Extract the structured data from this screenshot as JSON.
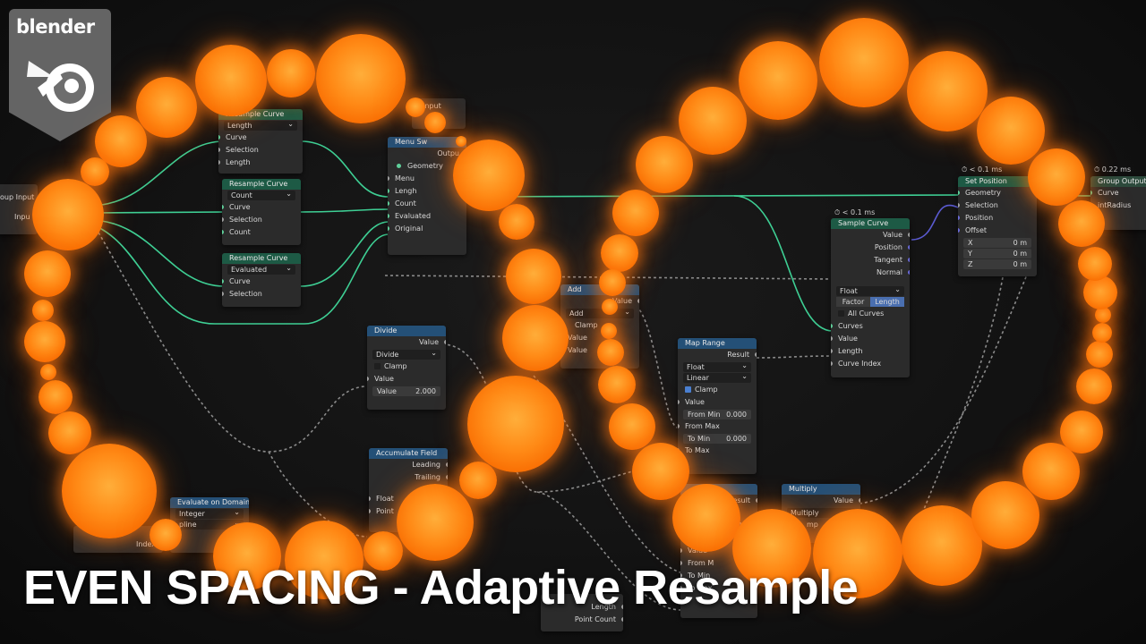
{
  "brand": {
    "wordmark": "blender",
    "logo_icon": "blender-logo-icon"
  },
  "title": "EVEN SPACING - Adaptive Resample",
  "colors": {
    "orb": "#ff8a16",
    "wire_geometry": "#3ecf94",
    "wire_field": "#9a9a9a",
    "header_green": "#1d5a45",
    "header_blue": "#245077"
  },
  "nodes": {
    "group_input": {
      "label": "oup Input",
      "socket": "Inpu"
    },
    "resample1": {
      "title": "Resample Curve",
      "mode": "Length",
      "inputs": [
        "Curve",
        "Selection",
        "Length"
      ]
    },
    "resample2": {
      "title": "Resample Curve",
      "mode": "Count",
      "inputs": [
        "Curve",
        "Selection",
        "Count"
      ]
    },
    "resample3": {
      "title": "Resample Curve",
      "mode": "Evaluated",
      "inputs": [
        "Curve",
        "Selection"
      ]
    },
    "menu_switch": {
      "title": "Menu Sw",
      "output": "Outpu",
      "type": "Geometry",
      "inputs": [
        "Menu",
        "Lengh",
        "Count",
        "Evaluated",
        "Original"
      ],
      "top_label": "Input"
    },
    "add": {
      "title": "Add",
      "output": "Value",
      "op": "Add",
      "clamp": "Clamp",
      "inputs": [
        "Value",
        "Value"
      ]
    },
    "divide": {
      "title": "Divide",
      "output": "Value",
      "op": "Divide",
      "clamp": "Clamp",
      "input": "Value",
      "field_label": "Value",
      "field_value": "2.000"
    },
    "map_range": {
      "title": "Map Range",
      "output": "Result",
      "type": "Float",
      "interp": "Linear",
      "clamp": "Clamp",
      "rows": [
        "Value",
        "From Min",
        "From Max",
        "To Min",
        "To Max"
      ],
      "from_min": "0.000",
      "to_min": "0.000"
    },
    "accumulate": {
      "title": "Accumulate Field",
      "outputs": [
        "Leading",
        "Trailing"
      ],
      "inputs": [
        "Float",
        "Point"
      ]
    },
    "evaluate_domain": {
      "title": "Evaluate on Domain",
      "type": "Integer",
      "domain": "pline",
      "input": "Index"
    },
    "sample_curve": {
      "timing": "< 0.1 ms",
      "title": "Sample Curve",
      "outputs": [
        "Value",
        "Position",
        "Tangent",
        "Normal"
      ],
      "type": "Float",
      "seg_factor": "Factor",
      "seg_length": "Length",
      "all_curves": "All Curves",
      "inputs": [
        "Curves",
        "Value",
        "Length",
        "Curve Index"
      ]
    },
    "set_position": {
      "timing": "< 0.1 ms",
      "title": "Set Position",
      "inputs": [
        "Geometry",
        "Selection",
        "Position",
        "Offset"
      ],
      "x_label": "X",
      "x": "0 m",
      "y_label": "Y",
      "y": "0 m",
      "z_label": "Z",
      "z": "0 m"
    },
    "group_output": {
      "timing": "0.22 ms",
      "title": "Group Output",
      "inputs": [
        "Curve",
        "intRadius"
      ]
    },
    "multiply": {
      "title": "Multiply",
      "output": "Value",
      "op": "Multiply",
      "partial": "mp"
    },
    "map_range2": {
      "partial_result": "esult",
      "rows": [
        "Value",
        "From M",
        "To Min",
        "To Max"
      ],
      "partial_max": "Max"
    },
    "bottom_node": {
      "rows": [
        "Length",
        "Point Count"
      ]
    }
  }
}
